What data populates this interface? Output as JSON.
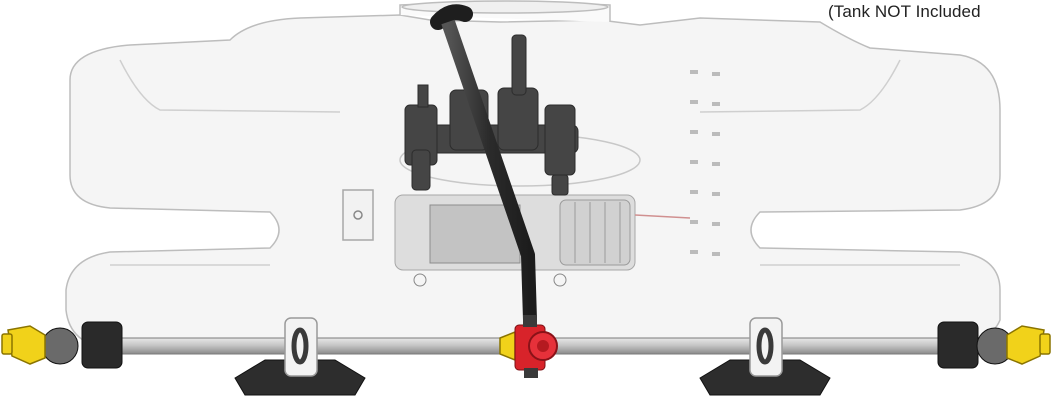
{
  "caption": {
    "text": "(Tank NOT Included"
  },
  "illustration": {
    "tank": {
      "icon": "sprayer-tank-outline",
      "color": "#f4f4f4",
      "stroke": "#bdbdbd"
    },
    "pump": {
      "icon": "pump-assembly",
      "color": "#8e8e8e"
    },
    "manifold": {
      "icon": "valve-manifold",
      "color": "#444444"
    },
    "supply_hose": {
      "icon": "hose",
      "color": "#2f2f2f"
    },
    "boom": {
      "icon": "boom-pipe",
      "color": "#b9b9b9"
    },
    "center_valve": {
      "icon": "red-valve",
      "color": "#d8232a"
    },
    "nozzles": {
      "icon": "yellow-nozzle",
      "color": "#f1d21a"
    },
    "mounts": {
      "icon": "mount-bracket",
      "color": "#2a2a2a"
    }
  }
}
